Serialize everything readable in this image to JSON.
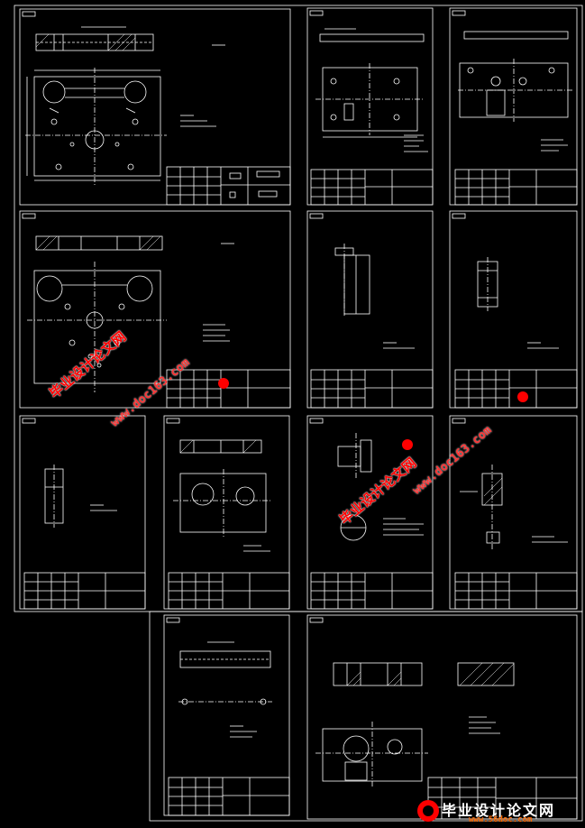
{
  "watermark": {
    "cn_title": "毕业设计论文网",
    "url": "www.doc163.com"
  },
  "footer": {
    "cn_title": "毕业设计论文网",
    "url": "www.56doc.com"
  },
  "colors": {
    "background": "#000000",
    "line": "#ffffff",
    "watermark": "#ff0000",
    "footer_url": "#ff6a00"
  }
}
